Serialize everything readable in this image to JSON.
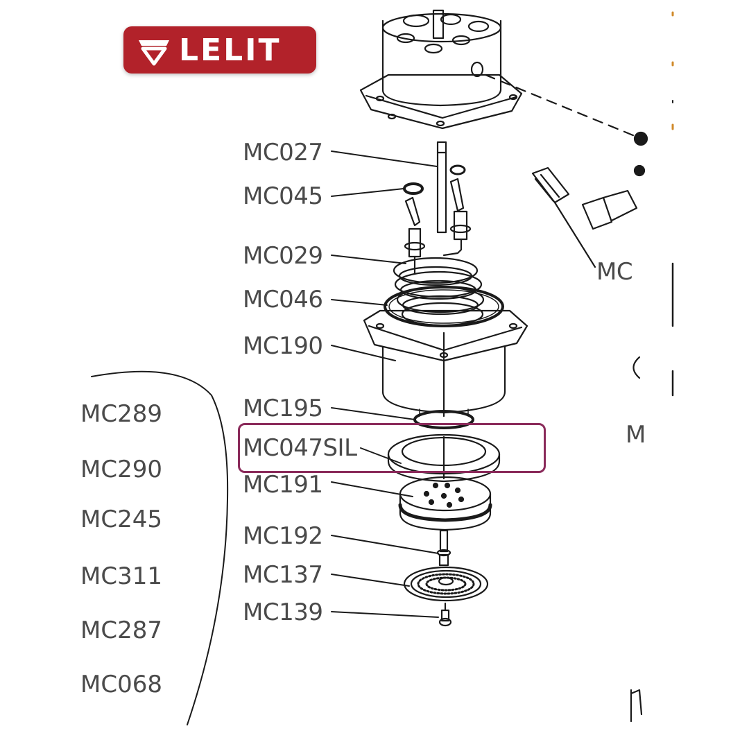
{
  "logo": {
    "text": "LELIT",
    "color": "#b2222a"
  },
  "highlight_color": "#8a2a5a",
  "callouts": [
    {
      "id": "mc027",
      "label": "MC027"
    },
    {
      "id": "mc045",
      "label": "MC045"
    },
    {
      "id": "mc029",
      "label": "MC029"
    },
    {
      "id": "mc046",
      "label": "MC046"
    },
    {
      "id": "mc190",
      "label": "MC190"
    },
    {
      "id": "mc195",
      "label": "MC195"
    },
    {
      "id": "mc047sil",
      "label": "MC047SIL"
    },
    {
      "id": "mc191",
      "label": "MC191"
    },
    {
      "id": "mc192",
      "label": "MC192"
    },
    {
      "id": "mc137",
      "label": "MC137"
    },
    {
      "id": "mc139",
      "label": "MC139"
    }
  ],
  "right_partial_labels": [
    "MC",
    "M"
  ],
  "left_list": [
    "MC289",
    "MC290",
    "MC245",
    "MC311",
    "MC287",
    "MC068"
  ]
}
